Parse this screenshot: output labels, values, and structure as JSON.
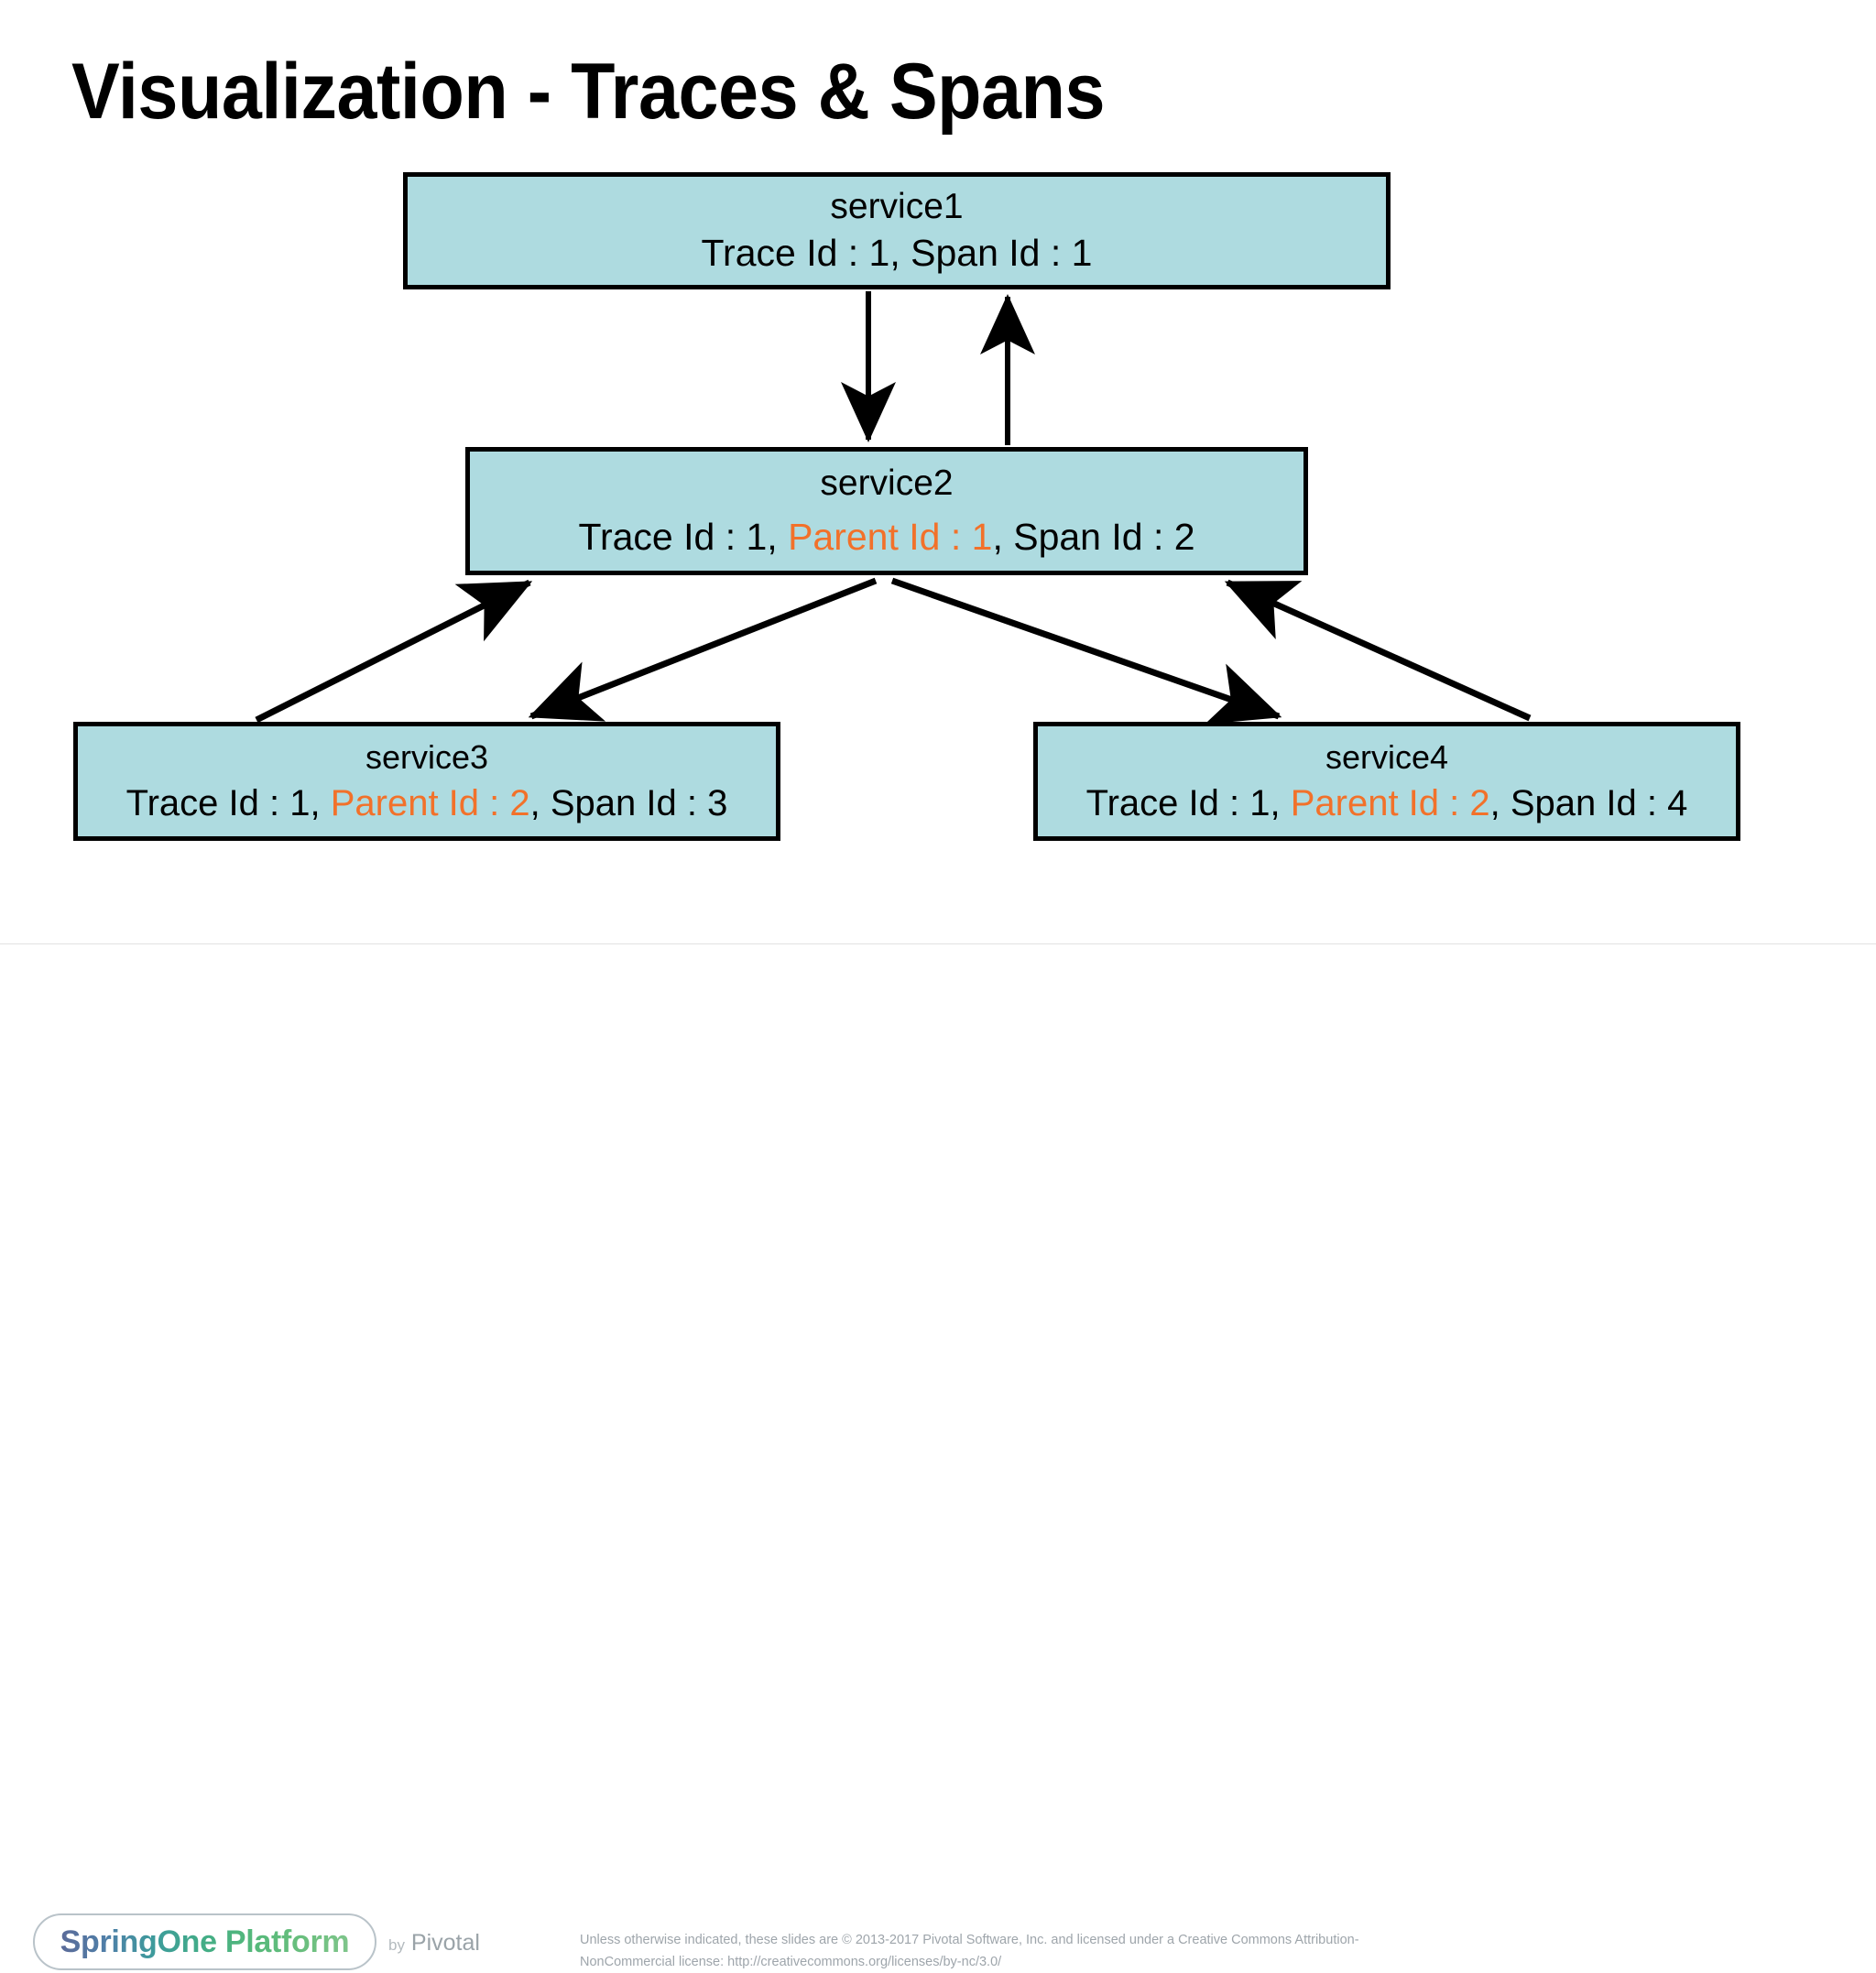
{
  "slide": {
    "title": "Visualization - Traces & Spans"
  },
  "colors": {
    "box_fill": "#aedbe0",
    "box_border": "#000000",
    "parent_id_accent": "#f2712a",
    "arrow": "#000000",
    "background": "#ffffff",
    "footer_text": "#9ea5ab"
  },
  "diagram": {
    "type": "trace-span-graph",
    "nodes": [
      {
        "id": "service1",
        "name": "service1",
        "detail_prefix": "Trace Id : 1, Span Id : 1",
        "trace_id": "1",
        "parent_id": null,
        "span_id": "1",
        "parts": {
          "before": "Trace Id : 1, ",
          "parent": "",
          "after": "Span Id : 1"
        }
      },
      {
        "id": "service2",
        "name": "service2",
        "detail_prefix": "Trace Id : 1, Parent Id : 1, Span Id : 2",
        "trace_id": "1",
        "parent_id": "1",
        "span_id": "2",
        "parts": {
          "before": "Trace Id : 1, ",
          "parent": "Parent Id : 1",
          "after": ", Span Id : 2"
        }
      },
      {
        "id": "service3",
        "name": "service3",
        "detail_prefix": "Trace Id : 1, Parent Id : 2, Span Id : 3",
        "trace_id": "1",
        "parent_id": "2",
        "span_id": "3",
        "parts": {
          "before": "Trace Id : 1, ",
          "parent": "Parent Id : 2",
          "after": ", Span Id : 3"
        }
      },
      {
        "id": "service4",
        "name": "service4",
        "detail_prefix": "Trace Id : 1, Parent Id : 2, Span Id : 4",
        "trace_id": "1",
        "parent_id": "2",
        "span_id": "4",
        "parts": {
          "before": "Trace Id : 1, ",
          "parent": "Parent Id : 2",
          "after": ", Span Id : 4"
        }
      }
    ],
    "edges": [
      {
        "from": "service1",
        "to": "service2",
        "direction": "down"
      },
      {
        "from": "service2",
        "to": "service1",
        "direction": "up"
      },
      {
        "from": "service3",
        "to": "service2",
        "direction": "up-right"
      },
      {
        "from": "service2",
        "to": "service3",
        "direction": "down-left"
      },
      {
        "from": "service2",
        "to": "service4",
        "direction": "down-right"
      },
      {
        "from": "service4",
        "to": "service2",
        "direction": "up-left"
      }
    ]
  },
  "footer": {
    "logo_text": "SpringOne Platform",
    "byline_by": "by",
    "byline_brand": "Pivotal",
    "copyright": "Unless otherwise indicated, these slides are © 2013-2017 Pivotal Software, Inc. and licensed under a Creative Commons Attribution-NonCommercial license: http://creativecommons.org/licenses/by-nc/3.0/"
  }
}
